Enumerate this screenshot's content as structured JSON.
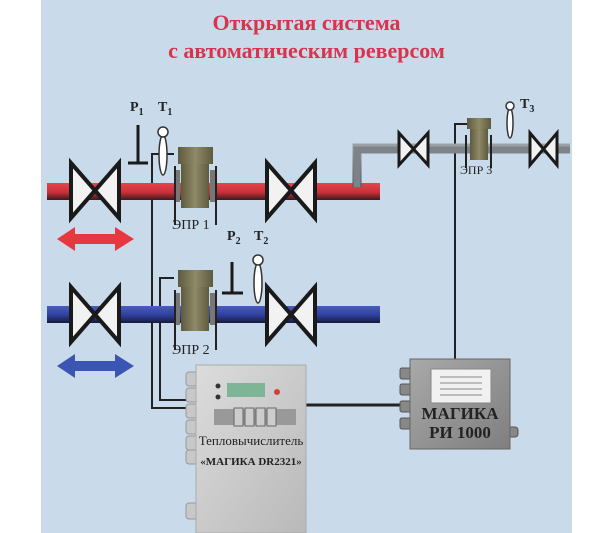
{
  "title": {
    "line1": "Открытая система",
    "line2": "с автоматическим реверсом"
  },
  "labels": {
    "p1": "P",
    "p1_sub": "1",
    "t1": "T",
    "t1_sub": "1",
    "p2": "P",
    "p2_sub": "2",
    "t2": "T",
    "t2_sub": "2",
    "t3": "T",
    "t3_sub": "3",
    "epr1": "ЭПР 1",
    "epr2": "ЭПР 2",
    "epr3": "ЭПР 3"
  },
  "devices": {
    "calculator_line1": "Тепловычислитель",
    "calculator_line2": "«МАГИКА DR2321»",
    "ri_line1": "МАГИКА",
    "ri_line2": "РИ 1000"
  },
  "colors": {
    "background": "#c9dbea",
    "title": "#d9334e",
    "supply": "#d8323d",
    "return": "#2f3f9c",
    "makeup": "#7d8389"
  }
}
